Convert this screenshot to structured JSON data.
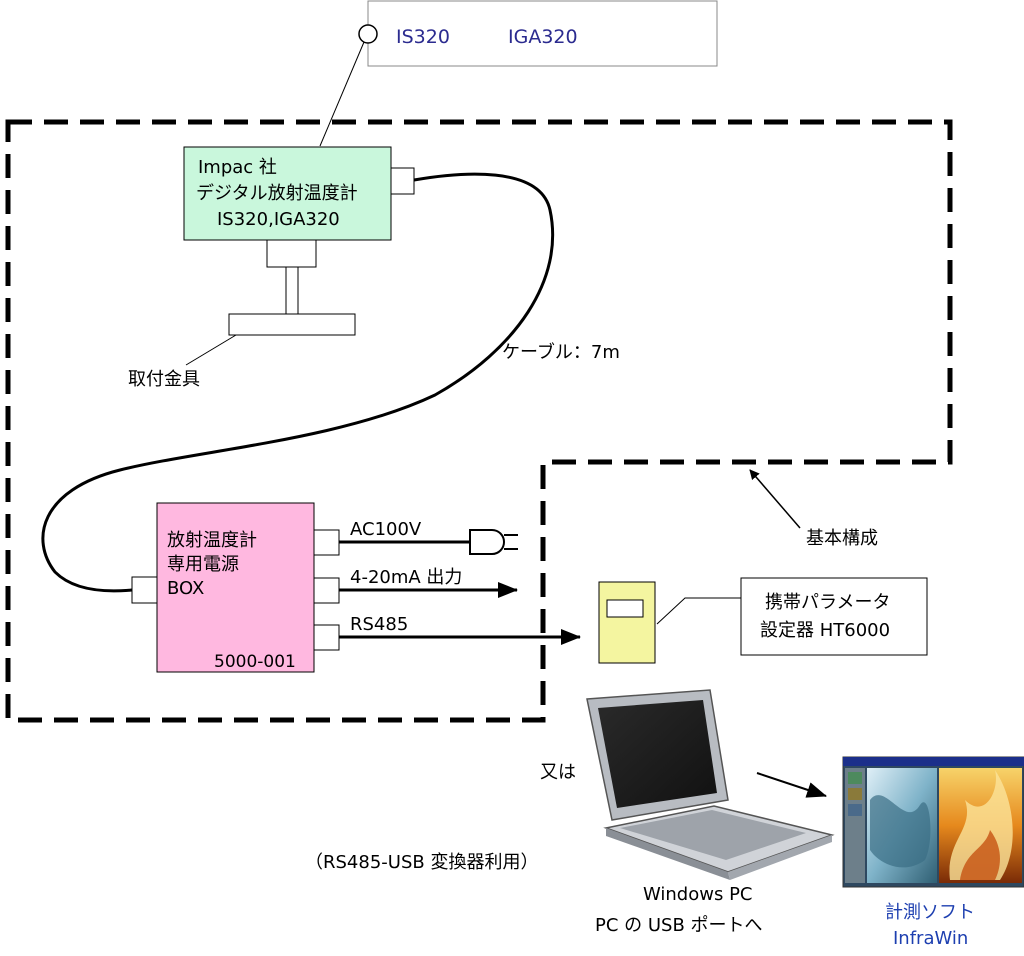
{
  "model_box": {
    "label1": "IS320",
    "label2": "IGA320"
  },
  "sensor": {
    "line1": "Impac 社",
    "line2": "デジタル放射温度計",
    "line3": "IS320,IGA320"
  },
  "mount_label": "取付金具",
  "cable_label": "ケーブル：7m",
  "power_box": {
    "line1": "放射温度計",
    "line2": "専用電源",
    "line3": "BOX",
    "part_no": "5000-001"
  },
  "outputs": {
    "ac": "AC100V",
    "analog": "4-20mA 出力",
    "serial": "RS485"
  },
  "basic_config_label": "基本構成",
  "param_unit": {
    "line1": "携帯パラメータ",
    "line2": "設定器 HT6000"
  },
  "alt_label": "又は",
  "converter_note": "（RS485-USB 変換器利用）",
  "pc": {
    "line1": "Windows PC",
    "line2": "PC の USB ポートへ"
  },
  "software": {
    "line1": "計測ソフト",
    "line2": "InfraWin"
  },
  "colors": {
    "sensor_fill": "#c9f7dc",
    "power_fill": "#ffb8e0",
    "param_fill": "#f4f5a0",
    "model_text": "#2b2b8f",
    "software_text": "#1d3fb0"
  }
}
